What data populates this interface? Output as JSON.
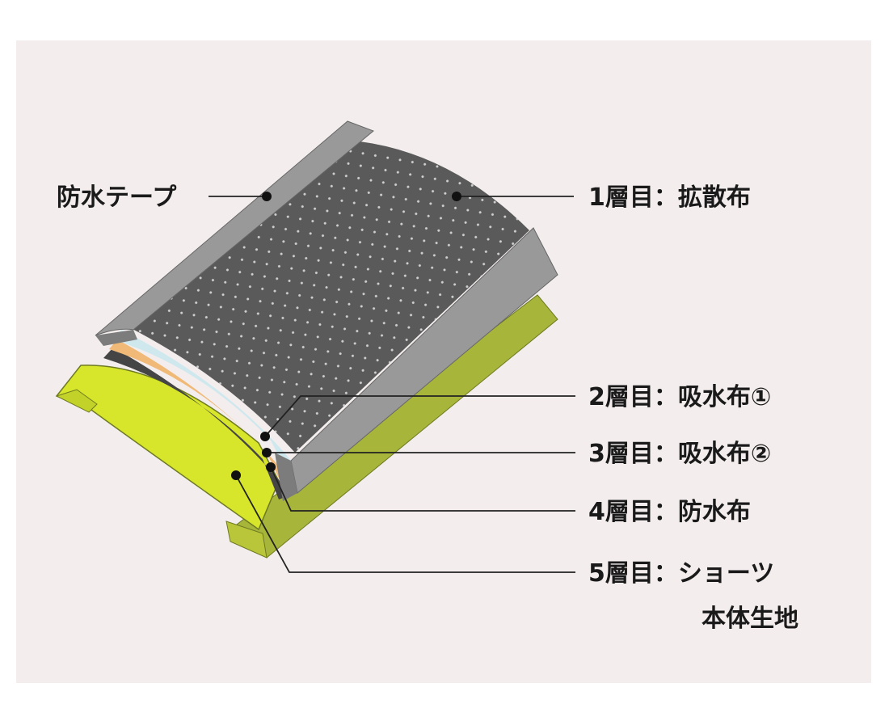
{
  "labels": {
    "waterproof_tape": "防水テープ",
    "layer1": "1層目：拡散布",
    "layer2": "2層目：吸水布①",
    "layer3": "3層目：吸水布②",
    "layer4": "4層目：防水布",
    "layer5_line1": "5層目：ショーツ",
    "layer5_line2": "本体生地"
  },
  "colors": {
    "background": "#f3eeed",
    "tape": "#999999",
    "diffusion_cloth": "#5a5a5a",
    "absorbent_1": "#cfe8ee",
    "absorbent_2": "#f0b978",
    "waterproof_cloth": "#454545",
    "shorts_fabric": "#d7e62a",
    "shorts_fabric_outer": "#a7b53a"
  }
}
